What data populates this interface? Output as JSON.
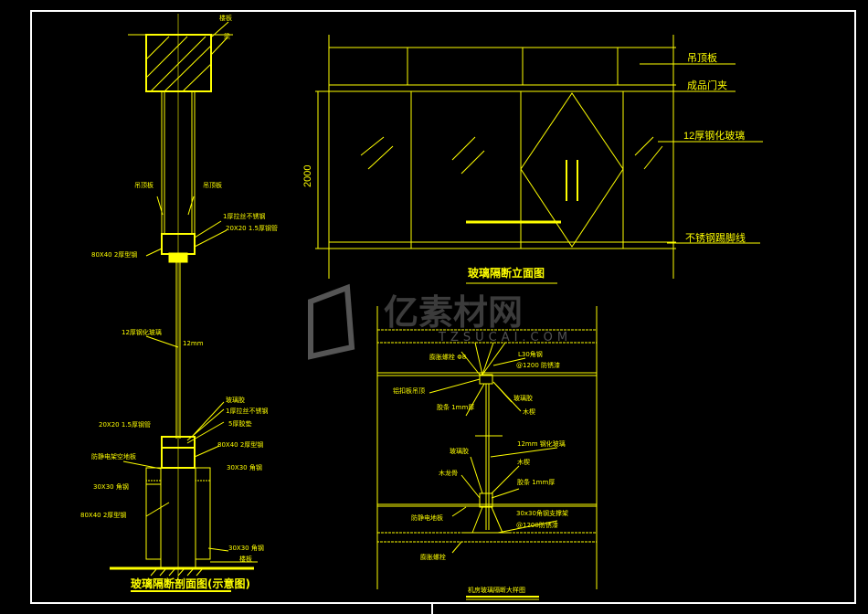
{
  "section": {
    "title": "玻璃隔断剖面图(示意图)",
    "labels": {
      "slab_top": "楼板",
      "beam": "梁",
      "ceiling_l": "吊顶板",
      "ceiling_r": "吊顶板",
      "ss1": "1厚拉丝不锈钢",
      "tube1": "20X20 1.5厚钢管",
      "steel1": "80X40 2厚型钢",
      "glass": "12厚钢化玻璃",
      "thk": "12mm",
      "sealant": "玻璃胶",
      "ss2": "1厚拉丝不锈钢",
      "pad": "5厚胶垫",
      "tube2": "20X20 1.5厚钢管",
      "steel2": "80X40 2厚型钢",
      "floor": "防静电架空地板",
      "angle1": "30X30 角钢",
      "angle2": "30X30 角钢",
      "steel3": "80X40 2厚型钢",
      "angle3": "30X30 角钢",
      "slab_bot": "楼板"
    }
  },
  "elevation": {
    "title": "玻璃隔断立面图",
    "dimension": "2000",
    "labels": {
      "ceiling": "吊顶板",
      "clamp": "成品门夹",
      "glass": "12厚钢化玻璃",
      "skirting": "不锈钢踢脚线"
    }
  },
  "detail": {
    "title": "机房玻璃隔断大样图",
    "labels": {
      "bolt_top": "膨胀螺栓 Φ8",
      "angle_top": "L30角钢",
      "spacing_top": "@1200 防锈漆",
      "ceiling": "铝扣板吊顶",
      "strip1": "胶条 1mm厚",
      "wedge1": "木楔",
      "sealant": "玻璃胶",
      "glass": "12mm 钢化玻璃",
      "seal2": "玻璃胶",
      "wood": "木龙骨",
      "wedge2": "木楔",
      "strip2": "胶条 1mm厚",
      "floor": "防静电地板",
      "frame": "30x30角钢支撑架",
      "spacing_bot": "@1200防锈漆",
      "bolt_bot": "膨胀螺栓"
    }
  },
  "watermark": {
    "text": "亿素材网",
    "url": "TZSUCAI.COM"
  },
  "colors": {
    "line": "#ffff00",
    "frame": "#ffffff",
    "bg": "#000000"
  }
}
